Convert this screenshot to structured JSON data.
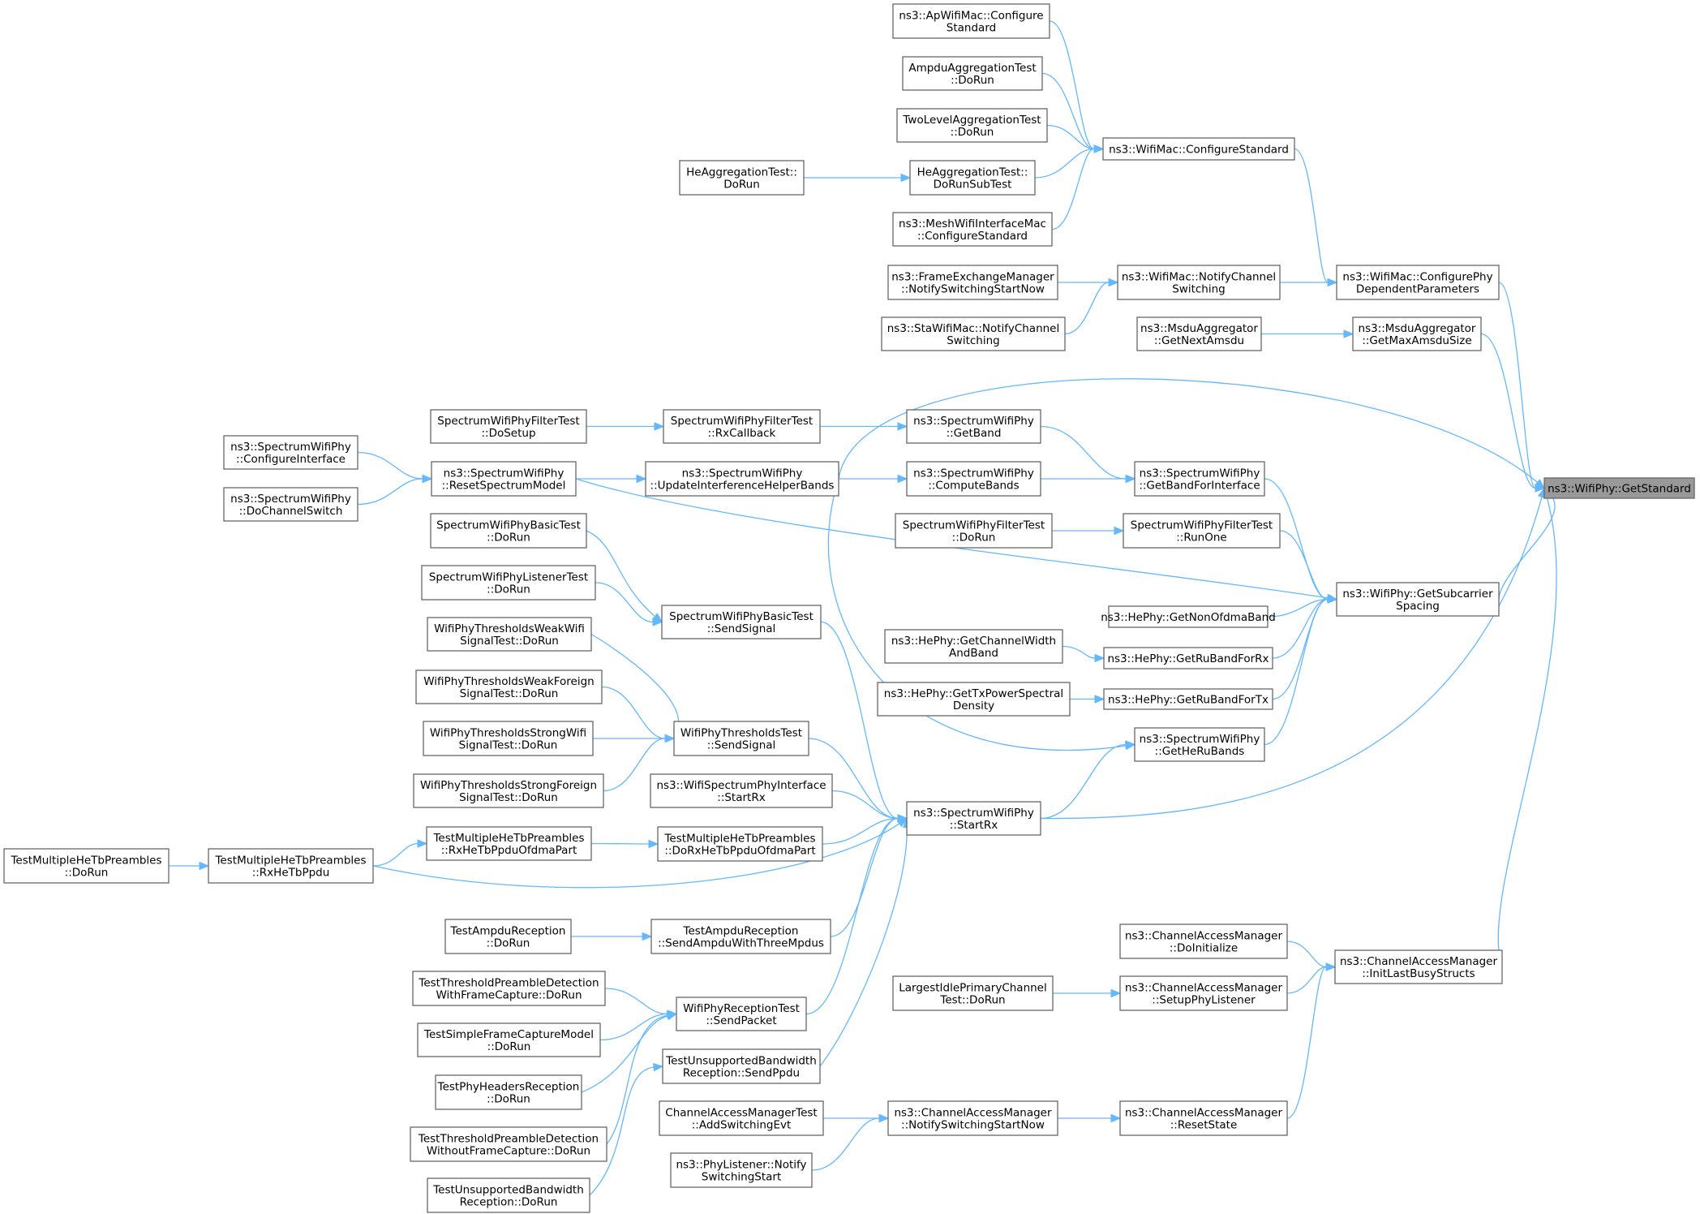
{
  "diagram": {
    "type": "doxygen-caller-graph",
    "colors": {
      "edge": "#63b8ff",
      "node_border": "#666666",
      "root_fill": "#999999",
      "node_fill": "#ffffff"
    },
    "root": "getstandard",
    "nodes": [
      {
        "id": "getstandard",
        "lines": [
          "ns3::WifiPhy::GetStandard"
        ]
      },
      {
        "id": "configurestandard",
        "lines": [
          "ns3::WifiMac::ConfigureStandard"
        ]
      },
      {
        "id": "configurephy",
        "lines": [
          "ns3::WifiMac::ConfigurePhy",
          "DependentParameters"
        ]
      },
      {
        "id": "getmaxamsdusize",
        "lines": [
          "ns3::MsduAggregator",
          "::GetMaxAmsduSize"
        ]
      },
      {
        "id": "getsubcarrier",
        "lines": [
          "ns3::WifiPhy::GetSubcarrier",
          "Spacing"
        ]
      },
      {
        "id": "initlastbusy",
        "lines": [
          "ns3::ChannelAccessManager",
          "::InitLastBusyStructs"
        ]
      },
      {
        "id": "startrx",
        "lines": [
          "ns3::SpectrumWifiPhy",
          "::StartRx"
        ]
      },
      {
        "id": "updateinterference",
        "lines": [
          "ns3::SpectrumWifiPhy",
          "::UpdateInterferenceHelperBands"
        ]
      },
      {
        "id": "apconfigure",
        "lines": [
          "ns3::ApWifiMac::Configure",
          "Standard"
        ]
      },
      {
        "id": "ampduaggregation",
        "lines": [
          "AmpduAggregationTest",
          "::DoRun"
        ]
      },
      {
        "id": "twolevel",
        "lines": [
          "TwoLevelAggregationTest",
          "::DoRun"
        ]
      },
      {
        "id": "herunsubtest",
        "lines": [
          "HeAggregationTest::",
          "DoRunSubTest"
        ]
      },
      {
        "id": "herun",
        "lines": [
          "HeAggregationTest::",
          "DoRun"
        ]
      },
      {
        "id": "meshconfigure",
        "lines": [
          "ns3::MeshWifiInterfaceMac",
          "::ConfigureStandard"
        ]
      },
      {
        "id": "notifychannelswitching",
        "lines": [
          "ns3::WifiMac::NotifyChannel",
          "Switching"
        ]
      },
      {
        "id": "fem_notify",
        "lines": [
          "ns3::FrameExchangeManager",
          "::NotifySwitchingStartNow"
        ]
      },
      {
        "id": "sta_notify",
        "lines": [
          "ns3::StaWifiMac::NotifyChannel",
          "Switching"
        ]
      },
      {
        "id": "getnextamsdu",
        "lines": [
          "ns3::MsduAggregator",
          "::GetNextAmsdu"
        ]
      },
      {
        "id": "filtertest_dosetup",
        "lines": [
          "SpectrumWifiPhyFilterTest",
          "::DoSetup"
        ]
      },
      {
        "id": "filtertest_rxcallback",
        "lines": [
          "SpectrumWifiPhyFilterTest",
          "::RxCallback"
        ]
      },
      {
        "id": "getband",
        "lines": [
          "ns3::SpectrumWifiPhy",
          "::GetBand"
        ]
      },
      {
        "id": "computebands",
        "lines": [
          "ns3::SpectrumWifiPhy",
          "::ComputeBands"
        ]
      },
      {
        "id": "getbandforinterface",
        "lines": [
          "ns3::SpectrumWifiPhy",
          "::GetBandForInterface"
        ]
      },
      {
        "id": "configureinterface",
        "lines": [
          "ns3::SpectrumWifiPhy",
          "::ConfigureInterface"
        ]
      },
      {
        "id": "resetspectrummodel",
        "lines": [
          "ns3::SpectrumWifiPhy",
          "::ResetSpectrumModel"
        ]
      },
      {
        "id": "dochannelswitch",
        "lines": [
          "ns3::SpectrumWifiPhy",
          "::DoChannelSwitch"
        ]
      },
      {
        "id": "filtertest_dorun",
        "lines": [
          "SpectrumWifiPhyFilterTest",
          "::DoRun"
        ]
      },
      {
        "id": "filtertest_runone",
        "lines": [
          "SpectrumWifiPhyFilterTest",
          "::RunOne"
        ]
      },
      {
        "id": "basictest_dorun",
        "lines": [
          "SpectrumWifiPhyBasicTest",
          "::DoRun"
        ]
      },
      {
        "id": "listenertest_dorun",
        "lines": [
          "SpectrumWifiPhyListenerTest",
          "::DoRun"
        ]
      },
      {
        "id": "basictest_sendsignal",
        "lines": [
          "SpectrumWifiPhyBasicTest",
          "::SendSignal"
        ]
      },
      {
        "id": "getnonofdmaband",
        "lines": [
          "ns3::HePhy::GetNonOfdmaBand"
        ]
      },
      {
        "id": "getchannelwidth",
        "lines": [
          "ns3::HePhy::GetChannelWidth",
          "AndBand"
        ]
      },
      {
        "id": "getrubandforrx",
        "lines": [
          "ns3::HePhy::GetRuBandForRx"
        ]
      },
      {
        "id": "gettxpower",
        "lines": [
          "ns3::HePhy::GetTxPowerSpectral",
          "Density"
        ]
      },
      {
        "id": "getrubandfortx",
        "lines": [
          "ns3::HePhy::GetRuBandForTx"
        ]
      },
      {
        "id": "getherubands",
        "lines": [
          "ns3::SpectrumWifiPhy",
          "::GetHeRuBands"
        ]
      },
      {
        "id": "weakwifi",
        "lines": [
          "WifiPhyThresholdsWeakWifi",
          "SignalTest::DoRun"
        ]
      },
      {
        "id": "weakforeign",
        "lines": [
          "WifiPhyThresholdsWeakForeign",
          "SignalTest::DoRun"
        ]
      },
      {
        "id": "strongwifi",
        "lines": [
          "WifiPhyThresholdsStrongWifi",
          "SignalTest::DoRun"
        ]
      },
      {
        "id": "strongforeign",
        "lines": [
          "WifiPhyThresholdsStrongForeign",
          "SignalTest::DoRun"
        ]
      },
      {
        "id": "thresholds_sendsignal",
        "lines": [
          "WifiPhyThresholdsTest",
          "::SendSignal"
        ]
      },
      {
        "id": "wifispectrum_startrx",
        "lines": [
          "ns3::WifiSpectrumPhyInterface",
          "::StartRx"
        ]
      },
      {
        "id": "tm_dorun",
        "lines": [
          "TestMultipleHeTbPreambles",
          "::DoRun"
        ]
      },
      {
        "id": "tm_rxhetbppdu",
        "lines": [
          "TestMultipleHeTbPreambles",
          "::RxHeTbPpdu"
        ]
      },
      {
        "id": "tm_rxofdma",
        "lines": [
          "TestMultipleHeTbPreambles",
          "::RxHeTbPpduOfdmaPart"
        ]
      },
      {
        "id": "tm_dorxofdma",
        "lines": [
          "TestMultipleHeTbPreambles",
          "::DoRxHeTbPpduOfdmaPart"
        ]
      },
      {
        "id": "ampdurx_dorun",
        "lines": [
          "TestAmpduReception",
          "::DoRun"
        ]
      },
      {
        "id": "ampdurx_send",
        "lines": [
          "TestAmpduReception",
          "::SendAmpduWithThreeMpdus"
        ]
      },
      {
        "id": "threshold_capture",
        "lines": [
          "TestThresholdPreambleDetection",
          "WithFrameCapture::DoRun"
        ]
      },
      {
        "id": "simplecapture",
        "lines": [
          "TestSimpleFrameCaptureModel",
          "::DoRun"
        ]
      },
      {
        "id": "phyheaders",
        "lines": [
          "TestPhyHeadersReception",
          "::DoRun"
        ]
      },
      {
        "id": "threshold_nocapture",
        "lines": [
          "TestThresholdPreambleDetection",
          "WithoutFrameCapture::DoRun"
        ]
      },
      {
        "id": "unsupported_dorun",
        "lines": [
          "TestUnsupportedBandwidth",
          "Reception::DoRun"
        ]
      },
      {
        "id": "reception_sendpacket",
        "lines": [
          "WifiPhyReceptionTest",
          "::SendPacket"
        ]
      },
      {
        "id": "unsupported_sendppdu",
        "lines": [
          "TestUnsupportedBandwidth",
          "Reception::SendPpdu"
        ]
      },
      {
        "id": "cam_doinitialize",
        "lines": [
          "ns3::ChannelAccessManager",
          "::DoInitialize"
        ]
      },
      {
        "id": "largestidle",
        "lines": [
          "LargestIdlePrimaryChannel",
          "Test::DoRun"
        ]
      },
      {
        "id": "cam_setupphy",
        "lines": [
          "ns3::ChannelAccessManager",
          "::SetupPhyListener"
        ]
      },
      {
        "id": "camtest_addswitching",
        "lines": [
          "ChannelAccessManagerTest",
          "::AddSwitchingEvt"
        ]
      },
      {
        "id": "cam_notifyswitching",
        "lines": [
          "ns3::ChannelAccessManager",
          "::NotifySwitchingStartNow"
        ]
      },
      {
        "id": "cam_resetstate",
        "lines": [
          "ns3::ChannelAccessManager",
          "::ResetState"
        ]
      },
      {
        "id": "phylistener_notify",
        "lines": [
          "ns3::PhyListener::Notify",
          "SwitchingStart"
        ]
      }
    ],
    "edges": [
      [
        "configurephy",
        "getstandard"
      ],
      [
        "getmaxamsdusize",
        "getstandard"
      ],
      [
        "updateinterference",
        "getstandard"
      ],
      [
        "getsubcarrier",
        "getstandard"
      ],
      [
        "startrx",
        "getstandard"
      ],
      [
        "initlastbusy",
        "getstandard"
      ],
      [
        "configurestandard",
        "configurephy"
      ],
      [
        "notifychannelswitching",
        "configurephy"
      ],
      [
        "apconfigure",
        "configurestandard"
      ],
      [
        "ampduaggregation",
        "configurestandard"
      ],
      [
        "twolevel",
        "configurestandard"
      ],
      [
        "herunsubtest",
        "configurestandard"
      ],
      [
        "meshconfigure",
        "configurestandard"
      ],
      [
        "herun",
        "herunsubtest"
      ],
      [
        "fem_notify",
        "notifychannelswitching"
      ],
      [
        "sta_notify",
        "notifychannelswitching"
      ],
      [
        "getnextamsdu",
        "getmaxamsdusize"
      ],
      [
        "filtertest_dosetup",
        "filtertest_rxcallback"
      ],
      [
        "filtertest_rxcallback",
        "getband"
      ],
      [
        "getband",
        "getbandforinterface"
      ],
      [
        "computebands",
        "getbandforinterface"
      ],
      [
        "updateinterference",
        "computebands"
      ],
      [
        "resetspectrummodel",
        "updateinterference"
      ],
      [
        "configureinterface",
        "resetspectrummodel"
      ],
      [
        "dochannelswitch",
        "resetspectrummodel"
      ],
      [
        "getbandforinterface",
        "getsubcarrier"
      ],
      [
        "filtertest_runone",
        "getsubcarrier"
      ],
      [
        "resetspectrummodel",
        "getsubcarrier"
      ],
      [
        "getnonofdmaband",
        "getsubcarrier"
      ],
      [
        "getrubandforrx",
        "getsubcarrier"
      ],
      [
        "getrubandfortx",
        "getsubcarrier"
      ],
      [
        "getherubands",
        "getsubcarrier"
      ],
      [
        "filtertest_dorun",
        "filtertest_runone"
      ],
      [
        "getchannelwidth",
        "getrubandforrx"
      ],
      [
        "gettxpower",
        "getrubandfortx"
      ],
      [
        "startrx",
        "getherubands"
      ],
      [
        "updateinterference",
        "getherubands"
      ],
      [
        "basictest_dorun",
        "basictest_sendsignal"
      ],
      [
        "listenertest_dorun",
        "basictest_sendsignal"
      ],
      [
        "basictest_sendsignal",
        "startrx"
      ],
      [
        "weakwifi",
        "thresholds_sendsignal"
      ],
      [
        "weakforeign",
        "thresholds_sendsignal"
      ],
      [
        "strongwifi",
        "thresholds_sendsignal"
      ],
      [
        "strongforeign",
        "thresholds_sendsignal"
      ],
      [
        "thresholds_sendsignal",
        "startrx"
      ],
      [
        "wifispectrum_startrx",
        "startrx"
      ],
      [
        "tm_dorxofdma",
        "startrx"
      ],
      [
        "tm_rxhetbppdu",
        "startrx"
      ],
      [
        "tm_dorun",
        "tm_rxhetbppdu"
      ],
      [
        "tm_rxhetbppdu",
        "tm_rxofdma"
      ],
      [
        "tm_rxofdma",
        "tm_dorxofdma"
      ],
      [
        "ampdurx_send",
        "startrx"
      ],
      [
        "ampdurx_dorun",
        "ampdurx_send"
      ],
      [
        "reception_sendpacket",
        "startrx"
      ],
      [
        "unsupported_sendppdu",
        "startrx"
      ],
      [
        "threshold_capture",
        "reception_sendpacket"
      ],
      [
        "simplecapture",
        "reception_sendpacket"
      ],
      [
        "phyheaders",
        "reception_sendpacket"
      ],
      [
        "threshold_nocapture",
        "reception_sendpacket"
      ],
      [
        "unsupported_dorun",
        "unsupported_sendppdu"
      ],
      [
        "cam_doinitialize",
        "initlastbusy"
      ],
      [
        "cam_setupphy",
        "initlastbusy"
      ],
      [
        "cam_resetstate",
        "initlastbusy"
      ],
      [
        "largestidle",
        "cam_setupphy"
      ],
      [
        "cam_notifyswitching",
        "cam_resetstate"
      ],
      [
        "camtest_addswitching",
        "cam_notifyswitching"
      ],
      [
        "phylistener_notify",
        "cam_notifyswitching"
      ]
    ]
  }
}
